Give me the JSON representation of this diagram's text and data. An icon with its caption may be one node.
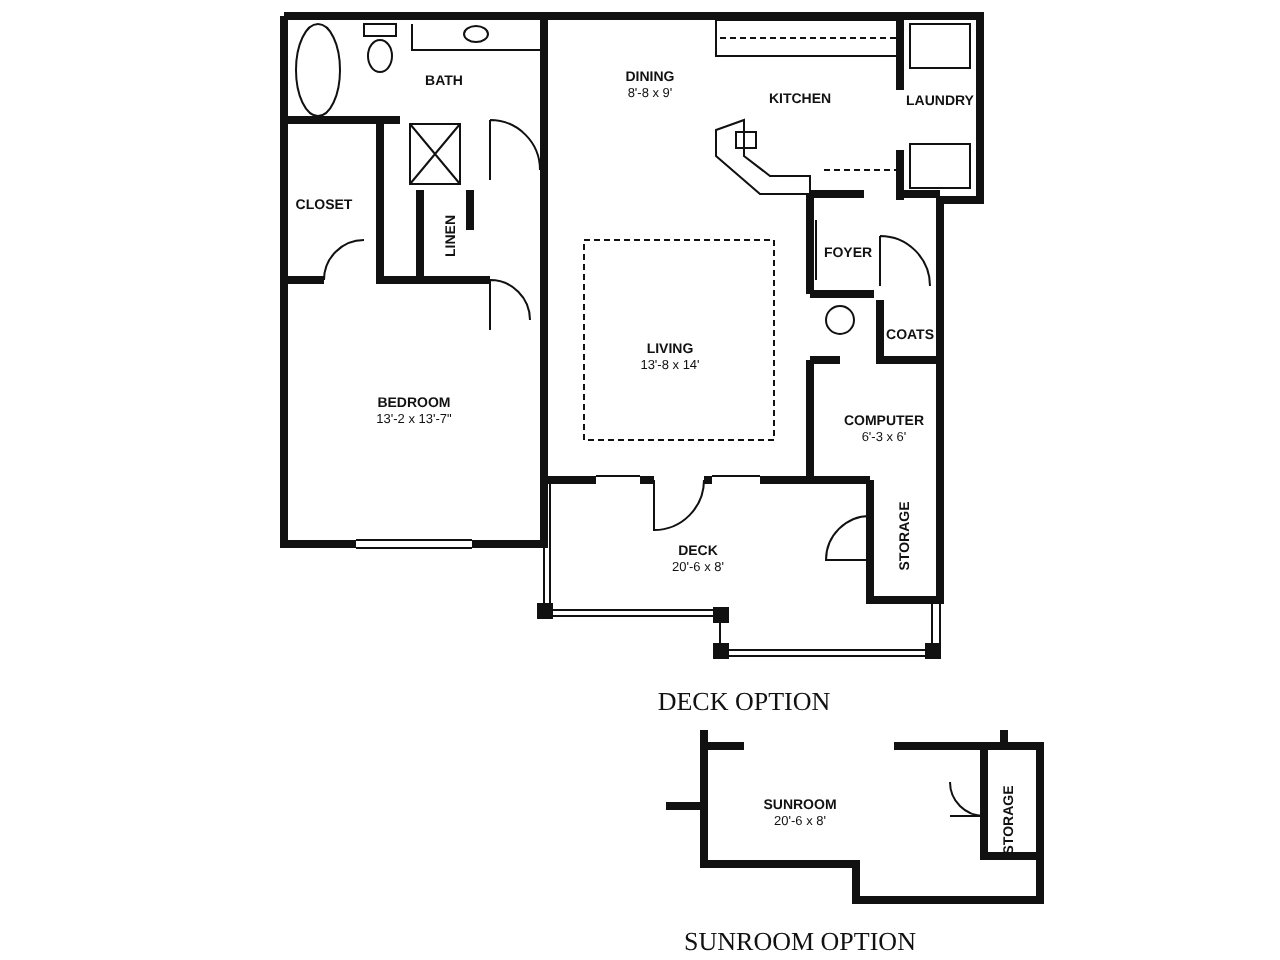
{
  "diagram": {
    "nodes": [
      {
        "text": [
          "BATH"
        ]
      },
      {
        "text": [
          "DINING",
          "8'-8 x 9'"
        ]
      },
      {
        "text": [
          "KITCHEN"
        ]
      },
      {
        "text": [
          "LAUNDRY"
        ]
      },
      {
        "text": [
          "CLOSET"
        ]
      },
      {
        "text": [
          "LINEN"
        ]
      },
      {
        "text": [
          "FOYER"
        ]
      },
      {
        "text": [
          "COATS"
        ]
      },
      {
        "text": [
          "LIVING",
          "13'-8 x 14'"
        ]
      },
      {
        "text": [
          "BEDROOM",
          "13'-2 x 13'-7\""
        ]
      },
      {
        "text": [
          "COMPUTER",
          "6'-3 x 6'"
        ]
      },
      {
        "text": [
          "DECK",
          "20'-6 x 8'"
        ]
      },
      {
        "text": [
          "STORAGE"
        ]
      },
      {
        "text": [
          "SUNROOM",
          "20'-6 x 8'"
        ]
      },
      {
        "text": [
          "STORAGE"
        ]
      }
    ],
    "labels": [
      "DECK OPTION",
      "SUNROOM OPTION"
    ]
  }
}
